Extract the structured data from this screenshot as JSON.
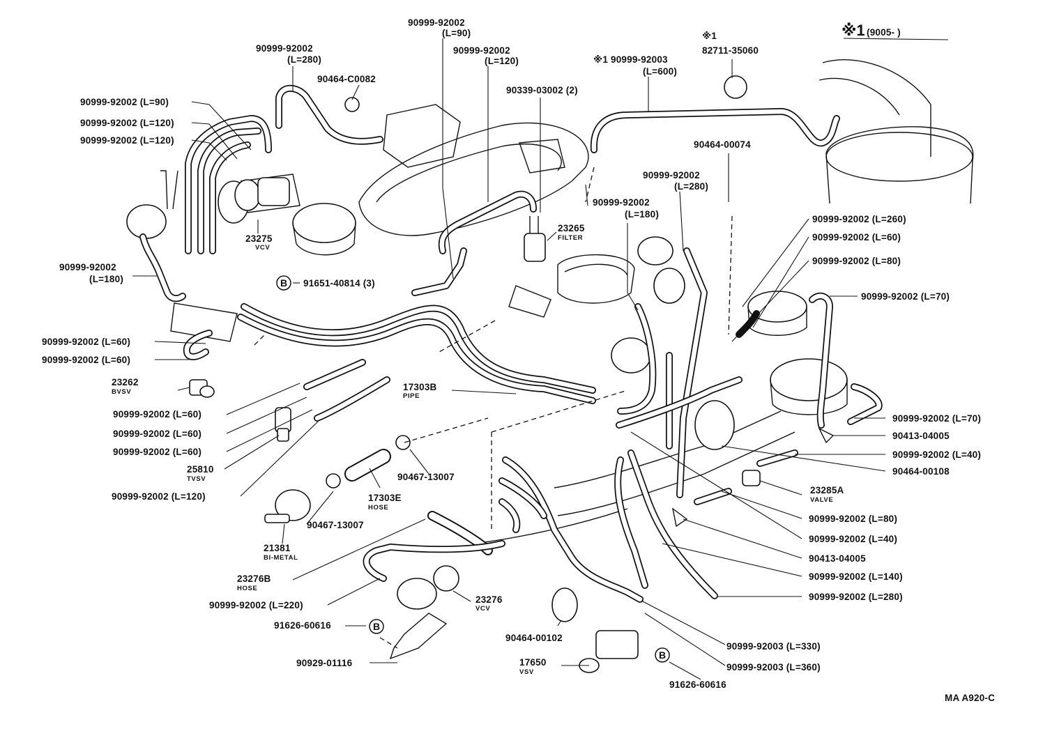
{
  "header": {
    "note_mark": "※1",
    "note_text": "(9005-        )"
  },
  "footer": {
    "code": "MA A920-C"
  },
  "labels": {
    "l01": "90999-92002",
    "l01b": "(L=90)",
    "l02": "90999-92002",
    "l02b": "(L=280)",
    "l03": "90999-92002",
    "l03b": "(L=120)",
    "l04": "90464-C0082",
    "l05": "90339-03002 (2)",
    "l06": "※1 90999-92003",
    "l06b": "(L=600)",
    "l07": "※1",
    "l07b": "82711-35060",
    "l08": "90999-92002 (L=90)",
    "l09": "90999-92002 (L=120)",
    "l10": "90999-92002 (L=120)",
    "l11": "90464-00074",
    "l12": "90999-92002",
    "l12b": "(L=280)",
    "l13": "90999-92002",
    "l13b": "(L=180)",
    "l14": "23275",
    "l14s": "VCV",
    "l15": "23265",
    "l15s": "FILTER",
    "l16": "90999-92002",
    "l16b": "(L=180)",
    "l17": "91651-40814 (3)",
    "l18": "90999-92002 (L=260)",
    "l19": "90999-92002 (L=60)",
    "l20": "90999-92002 (L=80)",
    "l21": "90999-92002 (L=70)",
    "l22": "90999-92002 (L=60)",
    "l23": "90999-92002 (L=60)",
    "l24": "23262",
    "l24s": "BVSV",
    "l25": "17303B",
    "l25s": "PIPE",
    "l26": "90999-92002 (L=60)",
    "l27": "90999-92002 (L=60)",
    "l28": "90999-92002 (L=60)",
    "l29": "25810",
    "l29s": "TVSV",
    "l30": "90999-92002 (L=120)",
    "l31": "90467-13007",
    "l32": "17303E",
    "l32s": "HOSE",
    "l33": "90999-92002 (L=70)",
    "l34": "90413-04005",
    "l35": "90999-92002 (L=40)",
    "l36": "90464-00108",
    "l37": "23285A",
    "l37s": "VALVE",
    "l38": "90467-13007",
    "l39": "21381",
    "l39s": "BI-METAL",
    "l40": "90999-92002 (L=80)",
    "l41": "90999-92002 (L=40)",
    "l42": "90413-04005",
    "l43": "90999-92002 (L=140)",
    "l44": "23276B",
    "l44s": "HOSE",
    "l45": "90999-92002 (L=220)",
    "l46": "23276",
    "l46s": "VCV",
    "l47": "90999-92002 (L=280)",
    "l48": "91626-60616",
    "l49": "90464-00102",
    "l50": "90999-92003 (L=330)",
    "l51": "90929-01116",
    "l52": "17650",
    "l52s": "VSV",
    "l53": "90999-92003 (L=360)",
    "l54": "91626-60616",
    "b1": "B",
    "b2": "B",
    "b3": "B"
  }
}
